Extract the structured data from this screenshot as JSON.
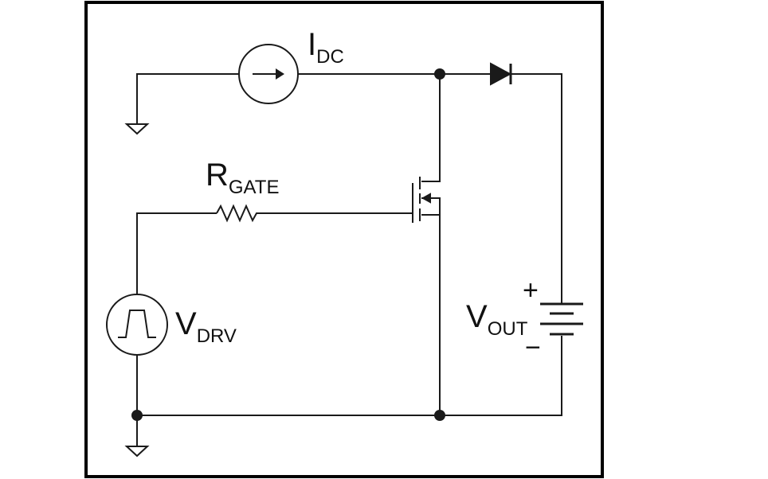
{
  "labels": {
    "idc": {
      "main": "I",
      "sub": "DC"
    },
    "rgate": {
      "main": "R",
      "sub": "GATE"
    },
    "vdrv": {
      "main": "V",
      "sub": "DRV"
    },
    "vout": {
      "main": "V",
      "sub": "OUT"
    }
  },
  "battery": {
    "plus": "+",
    "minus": "−"
  },
  "colors": {
    "wire": "#1a1a1a",
    "frame": "#000000",
    "background": "#ffffff"
  }
}
